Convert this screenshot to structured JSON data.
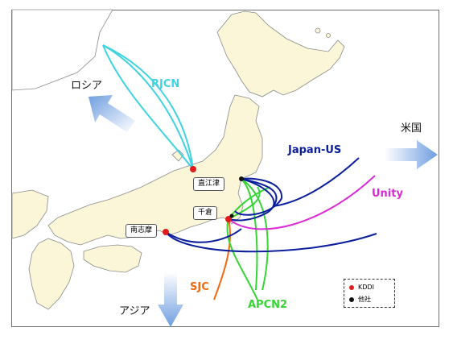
{
  "cables": {
    "rjcn": {
      "label": "RJCN",
      "color": "#3fd3e2"
    },
    "japan_us": {
      "label": "Japan-US",
      "color": "#0b1f9c"
    },
    "unity": {
      "label": "Unity",
      "color": "#d92ad6"
    },
    "sjc": {
      "label": "SJC",
      "color": "#ef6a12"
    },
    "apcn2": {
      "label": "APCN2",
      "color": "#35d534"
    }
  },
  "directions": {
    "russia": "ロシア",
    "usa": "米国",
    "asia": "アジア"
  },
  "stations": {
    "naoetsu": "直江津",
    "chikura": "千倉",
    "minamishima": "南志摩"
  },
  "legend": {
    "kddi": {
      "label": "KDDI",
      "color": "#e01b1b"
    },
    "other": {
      "label": "他社",
      "color": "#111111"
    }
  },
  "colors": {
    "land": "#fbf6d8",
    "coast": "#8a8a8a",
    "arrow": "#6f9ee0"
  }
}
